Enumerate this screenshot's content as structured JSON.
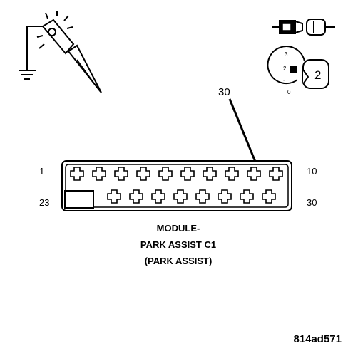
{
  "icons": {
    "probe": "test-probe-icon",
    "ground": "ground-symbol-icon",
    "connector": "disconnected-connector-icon",
    "ignition": "ignition-switch-icon"
  },
  "ignition": {
    "positions": [
      "3",
      "2",
      "1",
      "0"
    ],
    "key_number": "2"
  },
  "callout": "30",
  "connector": {
    "pin_first_row1": "1",
    "pin_last_row1": "10",
    "pin_first_row2": "23",
    "pin_last_row2": "30",
    "row1_cavities": 10,
    "row2_cavities": 8,
    "highlighted_pin": "30"
  },
  "caption": {
    "line1": "MODULE-",
    "line2": "PARK ASSIST C1",
    "line3": "(PARK ASSIST)"
  },
  "figure_id": "814ad571",
  "colors": {
    "ink": "#000000",
    "paper": "#ffffff"
  }
}
